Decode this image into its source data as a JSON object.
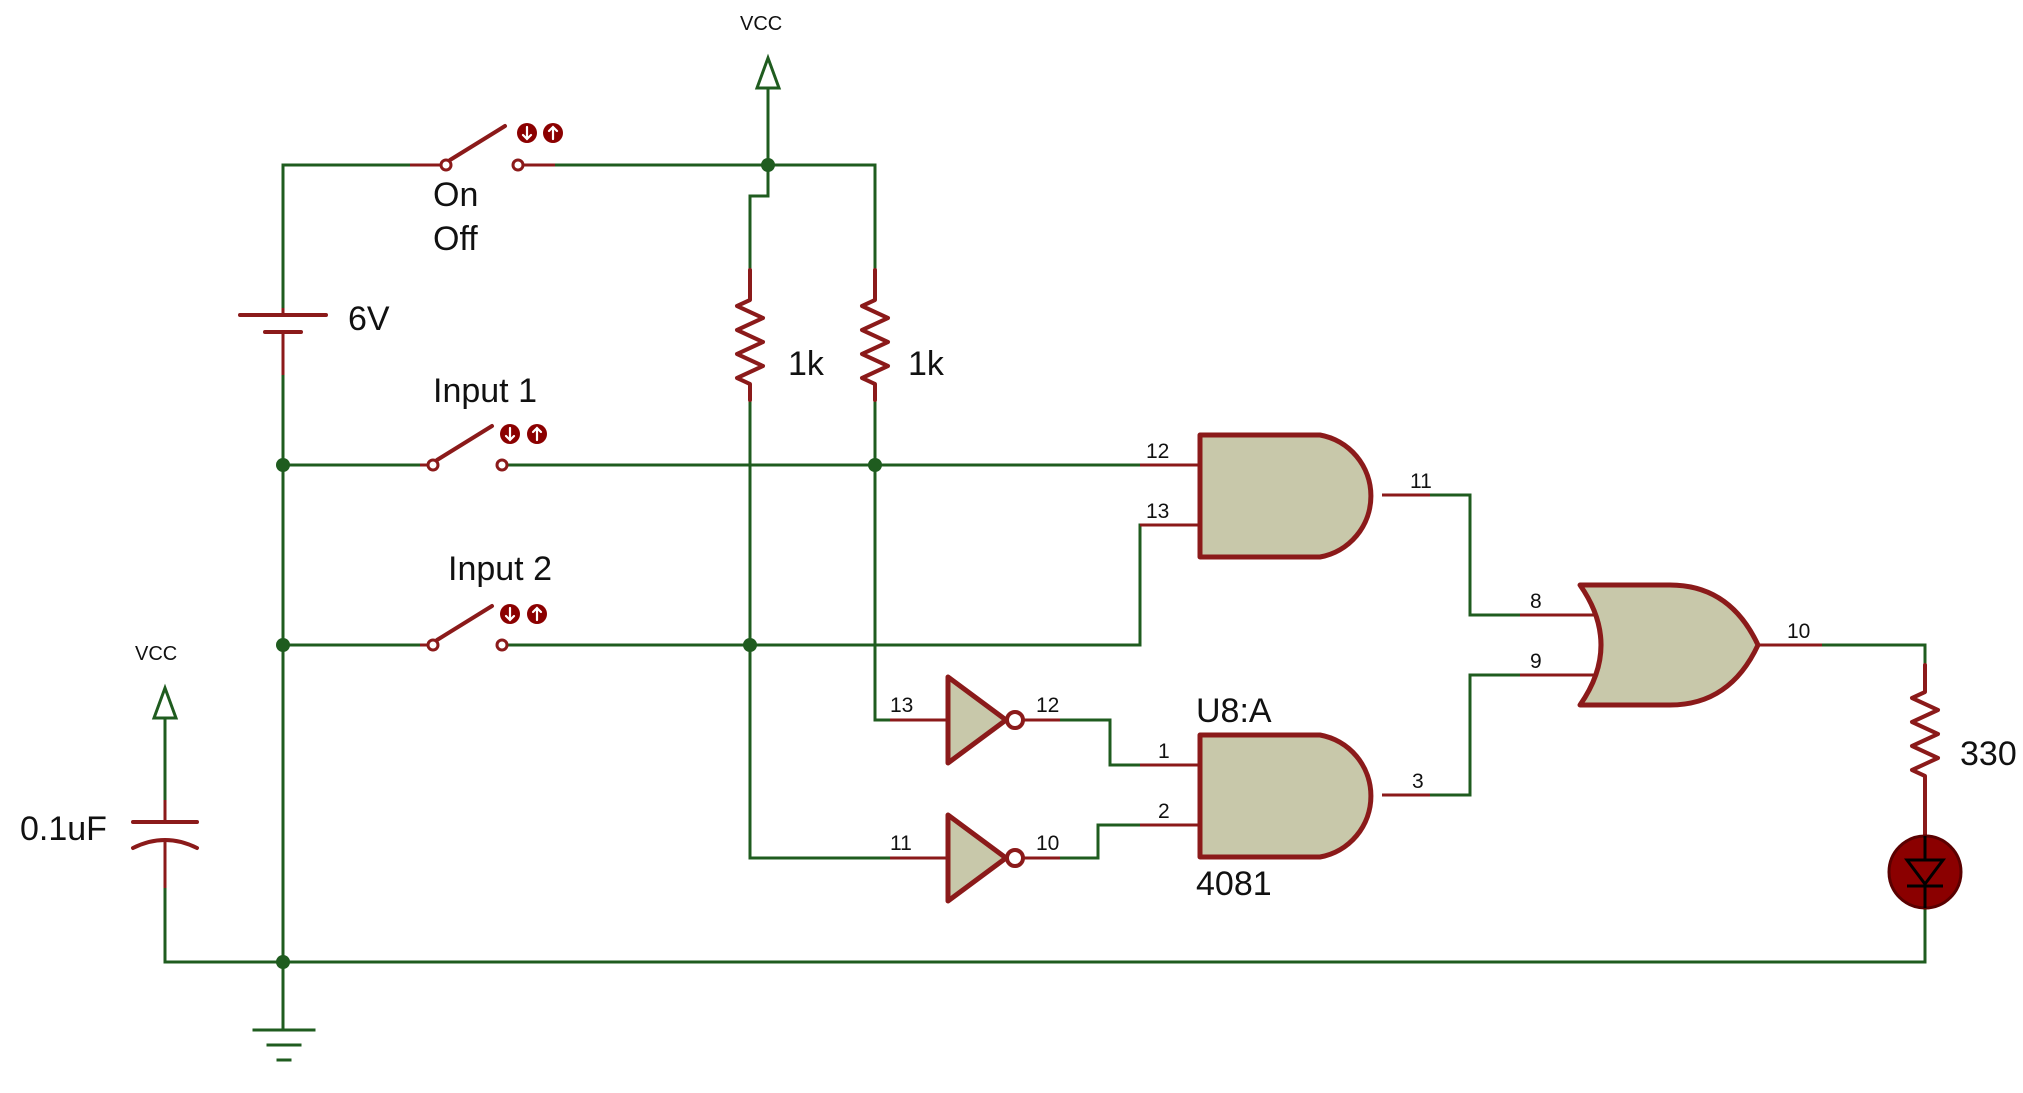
{
  "components": {
    "vcc_top": "VCC",
    "vcc_left": "VCC",
    "switch_power_on": "On",
    "switch_power_off": "Off",
    "battery": "6V",
    "input1": "Input 1",
    "input2": "Input 2",
    "resistor_a": "1k",
    "resistor_b": "1k",
    "capacitor": "0.1uF",
    "resistor_led": "330",
    "gate_ref": "U8:A",
    "gate_part": "4081"
  },
  "pins": {
    "and1_in_a": "12",
    "and1_in_b": "13",
    "and1_out": "11",
    "not1_in": "13",
    "not1_out": "12",
    "not2_in": "11",
    "not2_out": "10",
    "and2_in_a": "1",
    "and2_in_b": "2",
    "and2_out": "3",
    "or_in_a": "8",
    "or_in_b": "9",
    "or_out": "10"
  },
  "colors": {
    "wire": "#1f5c1f",
    "component": "#8b1a1a",
    "gate_fill": "#c8c8aa",
    "led_fill": "#8b0000"
  }
}
